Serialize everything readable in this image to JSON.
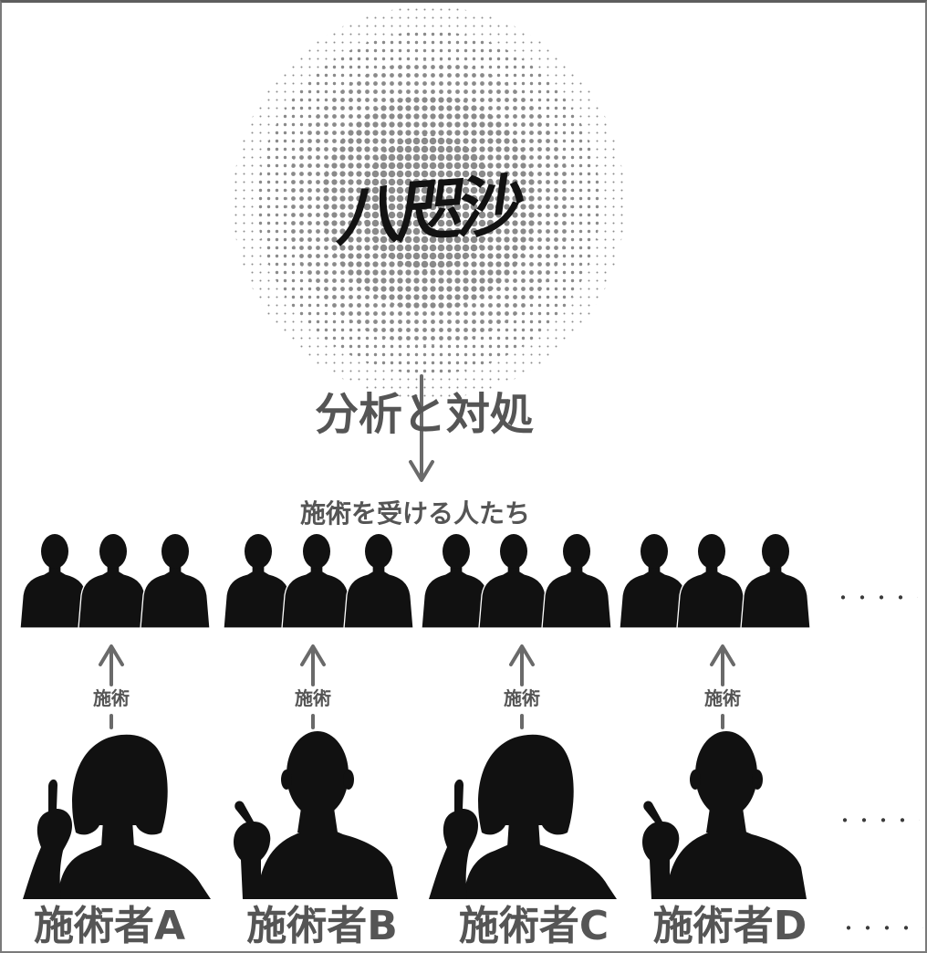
{
  "diagram": {
    "core": {
      "calligraphy": "八咫沙"
    },
    "process": {
      "label": "分析と対処"
    },
    "recipients": {
      "label": "施術を受ける人たち"
    },
    "treatment": {
      "label": "施術"
    },
    "continuation": "・・・・・",
    "practitioners": [
      {
        "label": "施術者A",
        "figure": "woman-silhouette"
      },
      {
        "label": "施術者B",
        "figure": "man-silhouette"
      },
      {
        "label": "施術者C",
        "figure": "woman-silhouette"
      },
      {
        "label": "施術者D",
        "figure": "man-silhouette"
      }
    ]
  },
  "colors": {
    "text": "#555555",
    "arrow": "#6a6a6a",
    "silhouette": "#111111",
    "halftone": "#8a8a8a"
  }
}
